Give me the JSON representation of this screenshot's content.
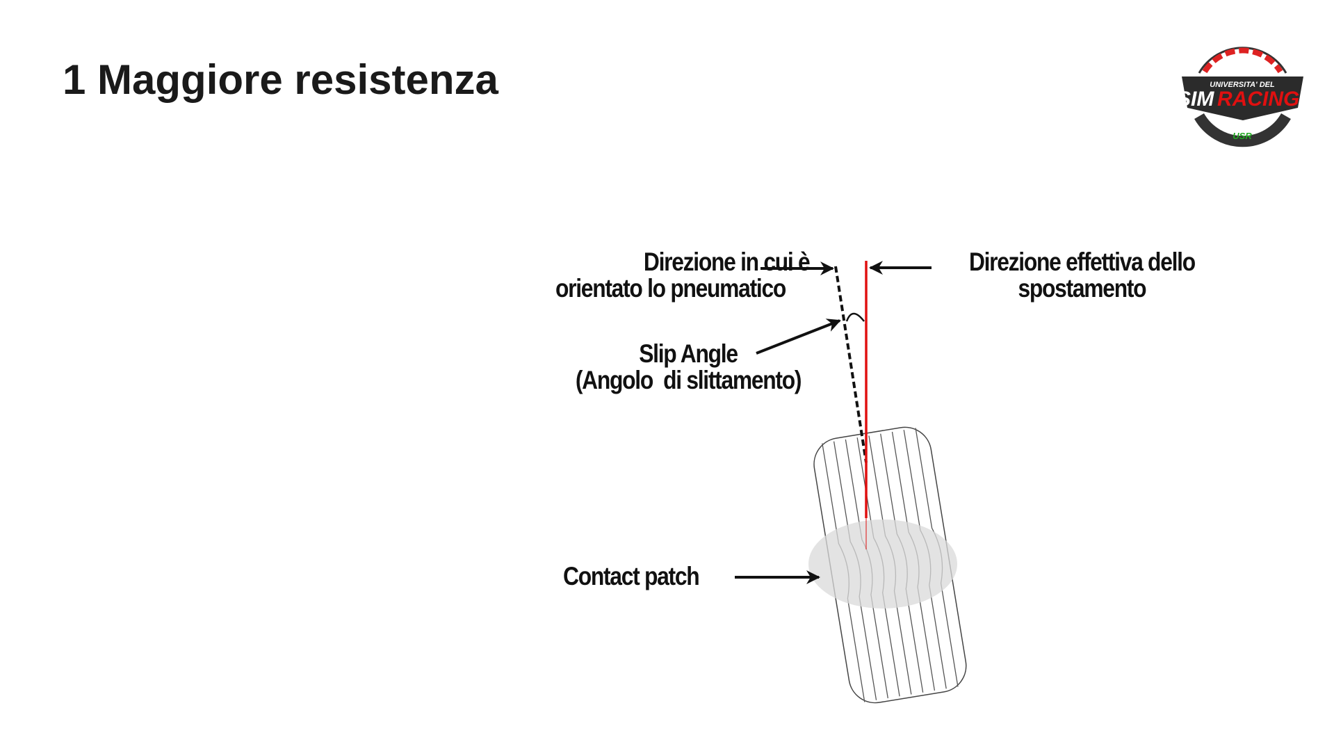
{
  "slide": {
    "title": "1 Maggiore resistenza"
  },
  "logo": {
    "line1": "UNIVERSITA' DEL",
    "line2a": "SIM",
    "line2b": "RACING",
    "badge": "USR"
  },
  "diagram": {
    "tire_direction_label": [
      "Direzione in cui è",
      "orientato lo pneumatico"
    ],
    "actual_direction_label": [
      "Direzione effettiva dello",
      "spostamento"
    ],
    "slip_angle_label": [
      "Slip Angle",
      "(Angolo  di slittamento)"
    ],
    "contact_patch_label": "Contact patch",
    "colors": {
      "actual_direction": "#e01010",
      "tire_direction": "#111111",
      "contact_patch": "#d9d9d9"
    }
  }
}
